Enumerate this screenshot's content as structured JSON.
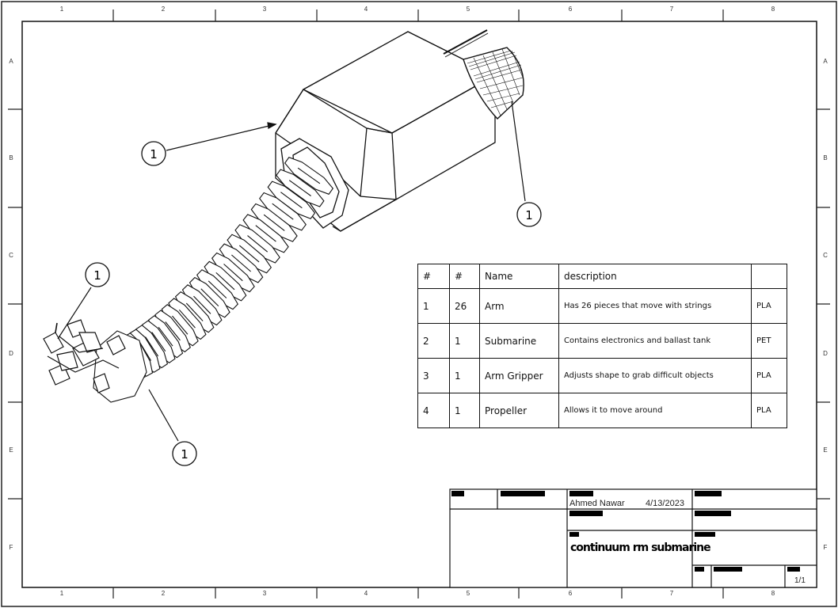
{
  "zones": {
    "columns": [
      "1",
      "2",
      "3",
      "4",
      "5",
      "6",
      "7",
      "8"
    ],
    "rows": [
      "A",
      "B",
      "C",
      "D",
      "E",
      "F"
    ]
  },
  "balloons": [
    "1",
    "1",
    "1",
    "1"
  ],
  "bom": {
    "headers": [
      "#",
      "#",
      "Name",
      "description",
      ""
    ],
    "rows": [
      {
        "item": "1",
        "qty": "26",
        "name": "Arm",
        "description": "Has 26 pieces that move with strings",
        "material": "PLA"
      },
      {
        "item": "2",
        "qty": "1",
        "name": "Submarine",
        "description": "Contains electronics and ballast tank",
        "material": "PET"
      },
      {
        "item": "3",
        "qty": "1",
        "name": "Arm Gripper",
        "description": "Adjusts shape to grab difficult objects",
        "material": "PLA"
      },
      {
        "item": "4",
        "qty": "1",
        "name": "Propeller",
        "description": "Allows it to move around",
        "material": "PLA"
      }
    ]
  },
  "title_block": {
    "author": "Ahmed Nawar",
    "date": "4/13/2023",
    "title": "continuum rm submarine",
    "sheet": "1/1"
  }
}
